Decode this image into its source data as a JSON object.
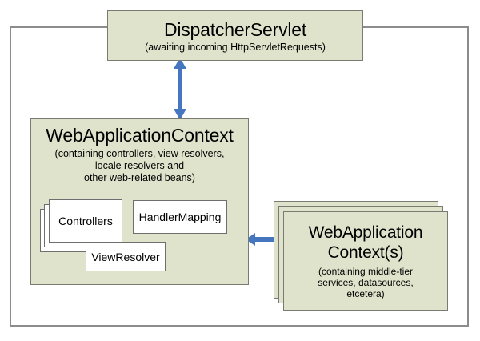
{
  "diagram": {
    "title": "Spring MVC DispatcherServlet context hierarchy",
    "colors": {
      "box_fill": "#dfe3cb",
      "box_border": "#7a7a72",
      "inner_box_fill": "#ffffff",
      "arrow": "#4676c0",
      "frame_border": "#8c8c8c",
      "background": "#ffffff"
    },
    "frame": {
      "name": "servlet-container-frame"
    },
    "dispatcher": {
      "title": "DispatcherServlet",
      "subtitle": "(awaiting incoming HttpServletRequests)"
    },
    "web_context": {
      "title": "WebApplicationContext",
      "subtitle_lines": [
        "(containing controllers, view resolvers,",
        "locale resolvers and",
        "other web-related beans)"
      ],
      "beans": [
        {
          "label": "Controllers",
          "stacked": true,
          "count": 3
        },
        {
          "label": "HandlerMapping",
          "stacked": false,
          "count": 1
        },
        {
          "label": "ViewResolver",
          "stacked": false,
          "count": 1
        }
      ]
    },
    "root_contexts": {
      "title_line_1": "WebApplication",
      "title_line_2": "Context(s)",
      "subtitle_lines": [
        "(containing middle-tier",
        "services, datasources,",
        "etcetera)"
      ],
      "stacked": true,
      "count": 3
    },
    "arrows": [
      {
        "name": "dispatcher-to-web-context-arrow",
        "orientation": "vertical",
        "double_headed": true,
        "from": "DispatcherServlet",
        "to": "WebApplicationContext"
      },
      {
        "name": "web-context-to-root-context-arrow",
        "orientation": "horizontal",
        "double_headed": true,
        "from": "WebApplicationContext",
        "to": "WebApplication Context(s)"
      }
    ]
  }
}
